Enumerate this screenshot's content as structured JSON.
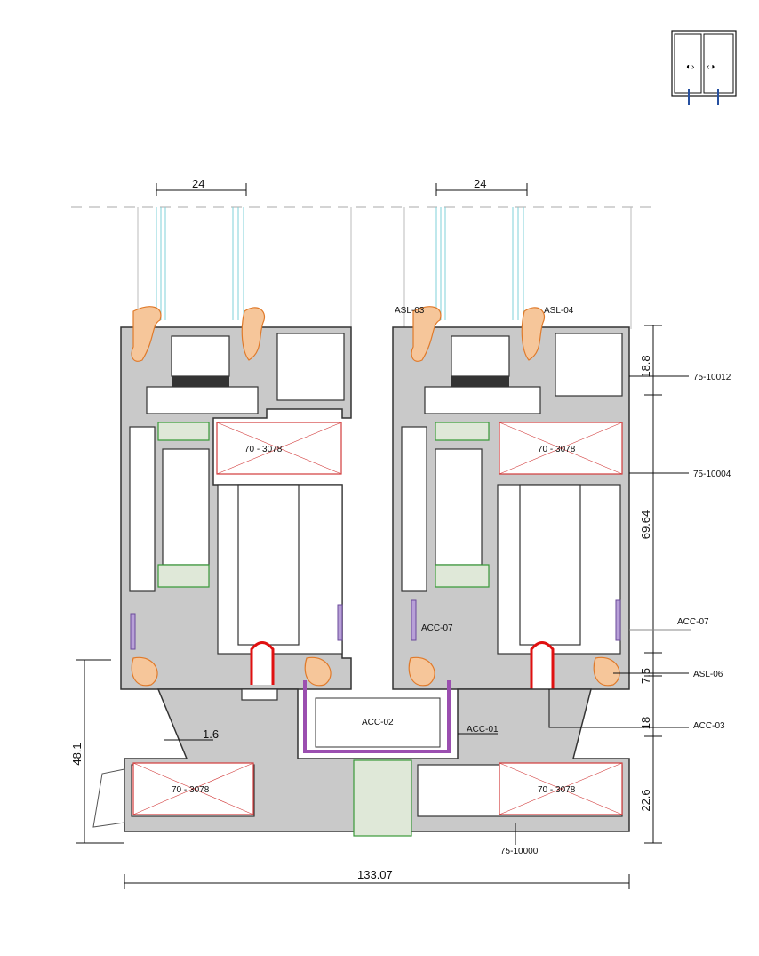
{
  "dimensions": {
    "glass_left": "24",
    "glass_right": "24",
    "h_18_8": "18.8",
    "h_69_64": "69.64",
    "h_7_5": "7.5",
    "h_18": "18",
    "h_22_6": "22.6",
    "h_48_1": "48.1",
    "wall_1_6": "1.6",
    "width_total": "133.07"
  },
  "labels": {
    "asl_03": "ASL-03",
    "asl_04": "ASL-04",
    "asl_06": "ASL-06",
    "acc_07_left": "ACC-07",
    "acc_07_right": "ACC-07",
    "acc_03": "ACC-03",
    "acc_02": "ACC-02",
    "acc_01": "ACC-01",
    "p_75_10012": "75-10012",
    "p_75_10004": "75-10004",
    "p_75_10000": "75-10000",
    "insert_1": "70 - 3078",
    "insert_2": "70 - 3078",
    "insert_3": "70 - 3078",
    "insert_4": "70 - 3078"
  },
  "colors": {
    "profile": "#c9c9c9",
    "gasket": "#e07a2a",
    "thermal_break": "#3a9a3a",
    "track": "#9b4fb0",
    "insert": "#d23b3b"
  }
}
